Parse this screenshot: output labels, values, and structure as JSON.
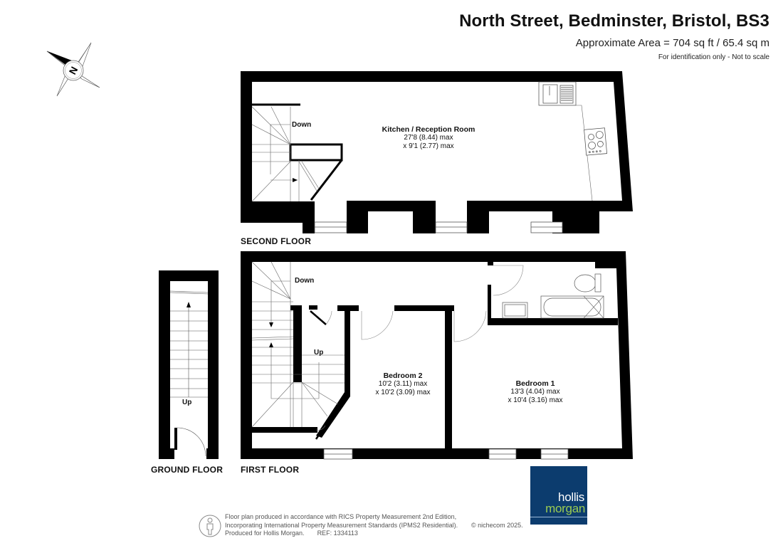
{
  "header": {
    "title": "North Street, Bedminster, Bristol, BS3",
    "area": "Approximate Area = 704 sq ft / 65.4 sq m",
    "disclaimer": "For identification only - Not to scale"
  },
  "compass": {
    "icon": "compass-north-icon",
    "letter": "N"
  },
  "floors": {
    "second": {
      "label": "SECOND FLOOR",
      "rooms": [
        {
          "name": "Kitchen / Reception Room",
          "dim1": "27'8 (8.44) max",
          "dim2": "x 9'1 (2.77) max"
        }
      ],
      "stairs": [
        {
          "label": "Down"
        }
      ]
    },
    "first": {
      "label": "FIRST FLOOR",
      "rooms": [
        {
          "name": "Bedroom 2",
          "dim1": "10'2 (3.11) max",
          "dim2": "x 10'2 (3.09) max"
        },
        {
          "name": "Bedroom 1",
          "dim1": "13'3 (4.04) max",
          "dim2": "x 10'4 (3.16) max"
        }
      ],
      "stairs": [
        {
          "label": "Down"
        },
        {
          "label": "Up"
        }
      ]
    },
    "ground": {
      "label": "GROUND FLOOR",
      "stairs": [
        {
          "label": "Up"
        }
      ]
    }
  },
  "footer": {
    "line1": "Floor plan produced in accordance with RICS Property Measurement 2nd Edition,",
    "line2": "Incorporating International Property Measurement Standards (IPMS2 Residential).",
    "line3": "Produced for Hollis Morgan.",
    "ref": "REF:  1334113",
    "copyright": "© nichecom 2025.",
    "icon": "person-icon"
  },
  "logo": {
    "line1": "hollis",
    "line2": "morgan",
    "bg_color": "#0c3c6e",
    "accent_color": "#9acb52"
  }
}
